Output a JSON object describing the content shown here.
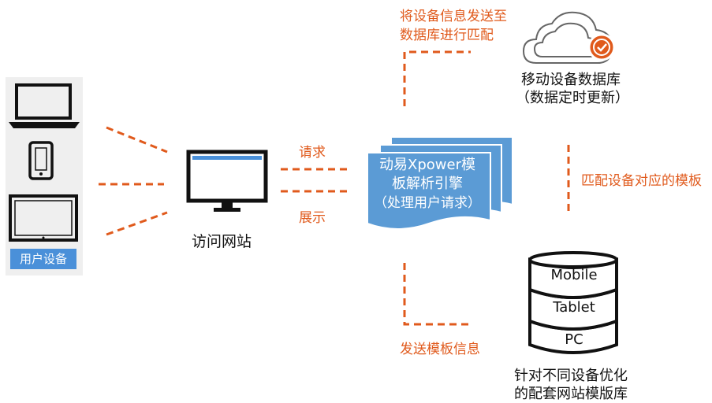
{
  "devices_panel": {
    "label": "用户设备",
    "accent_color": "#4a90d9",
    "icons": [
      "laptop-icon",
      "phone-icon",
      "tablet-icon"
    ]
  },
  "website": {
    "label": "访问网站",
    "icon": "monitor-icon"
  },
  "arrows": {
    "request_label": "请求",
    "display_label": "展示"
  },
  "engine": {
    "line1": "动易Xpower模",
    "line2": "板解析引擎",
    "line3": "（处理用户请求）",
    "color": "#5b9bd5"
  },
  "send_to_db": {
    "line1": "将设备信息发送至",
    "line2": "数据库进行匹配"
  },
  "mobile_db": {
    "line1": "移动设备数据库",
    "line2": "（数据定时更新）",
    "icon": "cloud-check-icon"
  },
  "match_template": {
    "label": "匹配设备对应的模板"
  },
  "send_template": {
    "label": "发送模板信息"
  },
  "template_db": {
    "layers": [
      "Mobile",
      "Tablet",
      "PC"
    ],
    "line1": "针对不同设备优化",
    "line2": "的配套网站模版库"
  },
  "colors": {
    "accent": "#e05a1c",
    "engine_blue": "#5b9bd5",
    "panel_blue": "#4a90d9"
  }
}
